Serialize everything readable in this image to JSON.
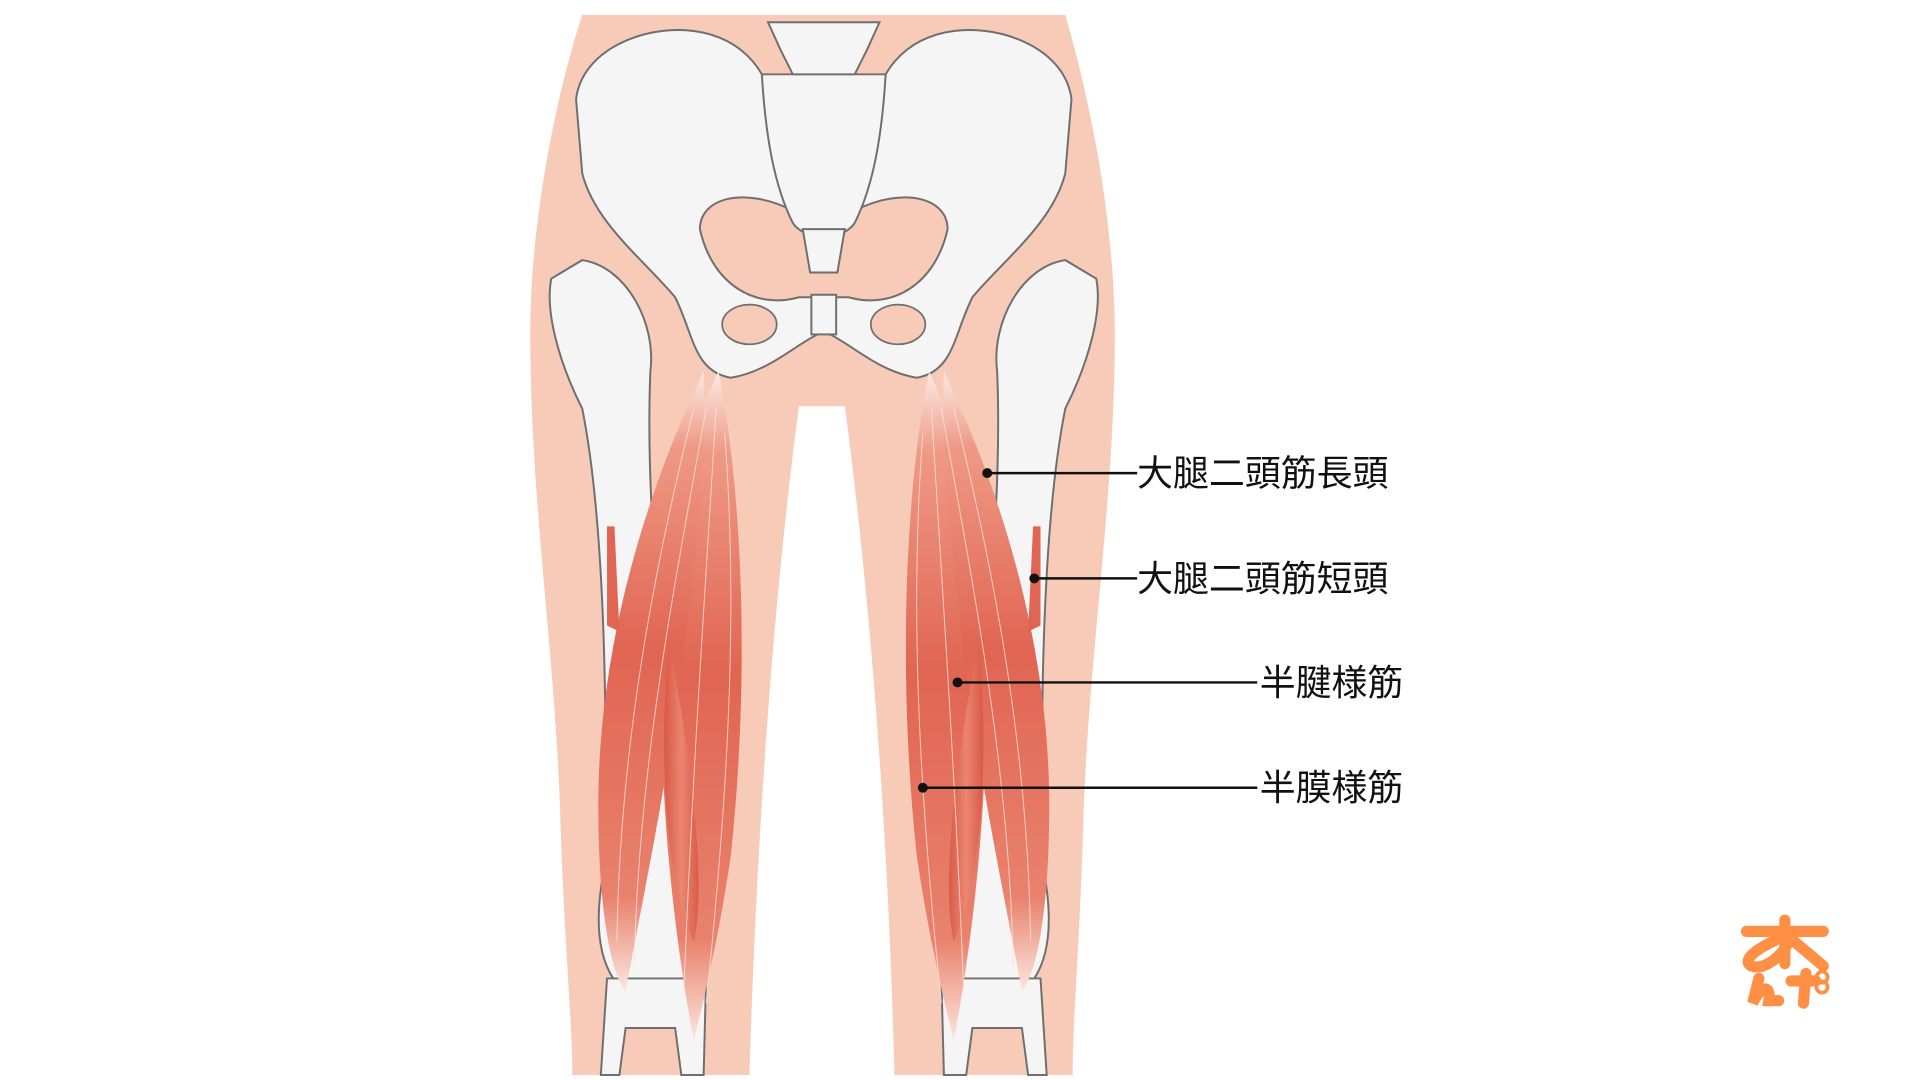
{
  "title": "Hamstring muscles (posterior thigh)",
  "labels": [
    {
      "id": "biceps-femoris-long-head",
      "text": "大腿二頭筋長頭"
    },
    {
      "id": "biceps-femoris-short-head",
      "text": "大腿二頭筋短頭"
    },
    {
      "id": "semitendinosus",
      "text": "半腱様筋"
    },
    {
      "id": "semimembranosus",
      "text": "半膜様筋"
    }
  ],
  "logo": {
    "text": "杏んず",
    "color": "#ff8f45"
  },
  "colors": {
    "skin": "#f8cbb8",
    "bone": "#f4f5f4",
    "muscle": "#e06552"
  }
}
